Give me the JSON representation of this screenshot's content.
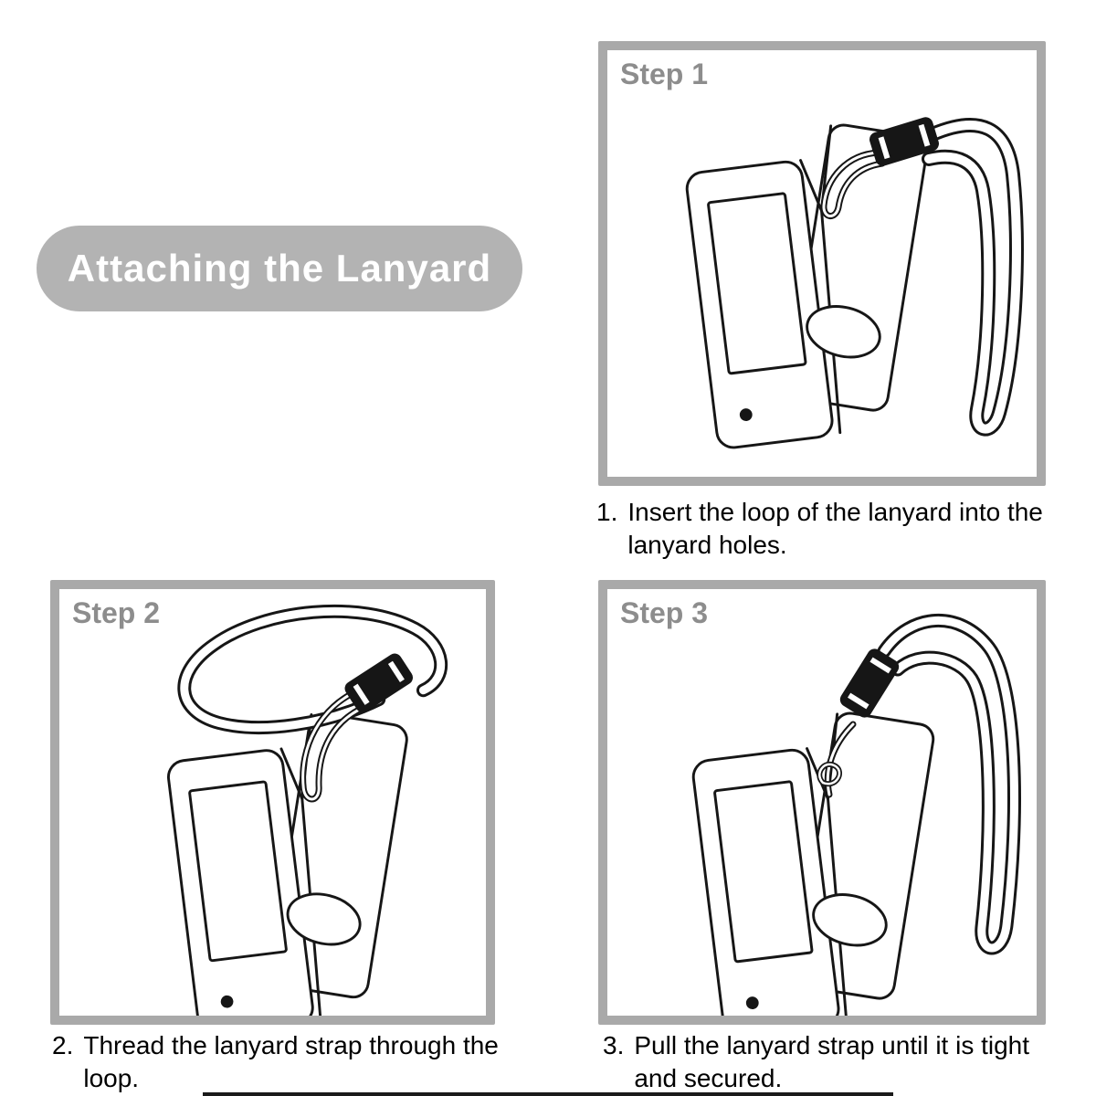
{
  "title": {
    "label": "Attaching the Lanyard",
    "bg_color": "#b3b3b3",
    "text_color": "#ffffff"
  },
  "colors": {
    "panel_border": "#a9a9a9",
    "step_label": "#8d8d8d",
    "line_art": "#161616",
    "caption_text": "#000000"
  },
  "steps": [
    {
      "label": "Step 1",
      "number": "1.",
      "caption": "Insert the loop of the lanyard into the lanyard holes.",
      "illustration": "pulse-oximeter-with-lanyard-loop-inserted"
    },
    {
      "label": "Step 2",
      "number": "2.",
      "caption": "Thread the lanyard strap through the loop.",
      "illustration": "pulse-oximeter-with-strap-threaded-through-loop"
    },
    {
      "label": "Step 3",
      "number": "3.",
      "caption": "Pull the lanyard strap until it is tight and secured.",
      "illustration": "pulse-oximeter-with-lanyard-pulled-tight"
    }
  ]
}
